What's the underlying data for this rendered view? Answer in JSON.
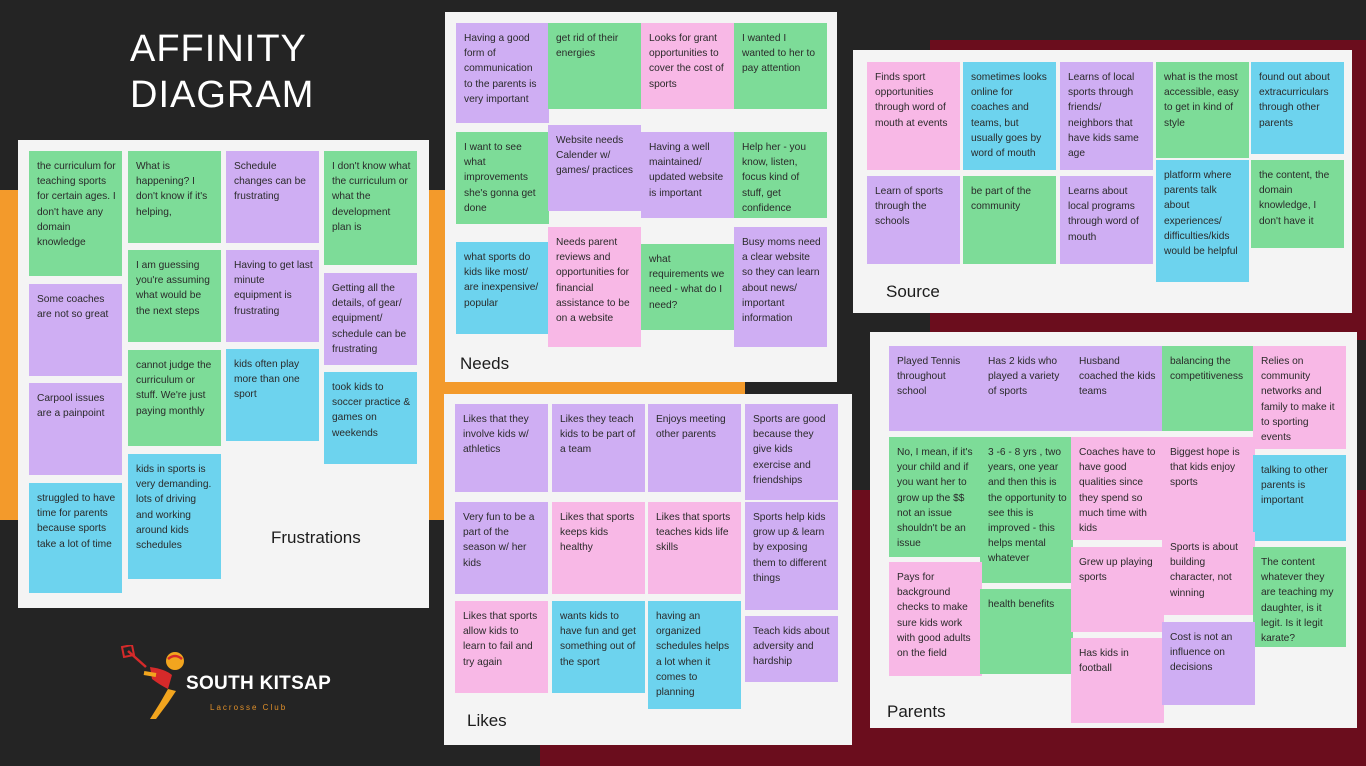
{
  "title": {
    "line1": "AFFINITY",
    "line2": "DIAGRAM"
  },
  "colors": {
    "background": "#242424",
    "accent_orange": "#f39a2b",
    "accent_maroon": "#6b0d1d",
    "green": "#7ddc98",
    "purple": "#cfaef3",
    "pink": "#f8b8e6",
    "blue": "#6dd3ee"
  },
  "logo": {
    "name": "SOUTH KITSAP",
    "subtitle": "Lacrosse Club",
    "icon": "lacrosse-player-icon"
  },
  "boards": {
    "frustrations": {
      "label": "Frustrations",
      "notes": [
        {
          "text": "the curriculum for teaching sports for certain ages. I don't have any domain knowledge",
          "color": "green"
        },
        {
          "text": "Some coaches are not so great",
          "color": "purple"
        },
        {
          "text": "Carpool issues are a painpoint",
          "color": "purple"
        },
        {
          "text": "struggled to have time for parents because sports take a lot of time",
          "color": "blue"
        },
        {
          "text": "What is happening? I don't know if it's helping,",
          "color": "green"
        },
        {
          "text": "I am guessing you're assuming what would be the next steps",
          "color": "green"
        },
        {
          "text": "cannot judge the curriculum or stuff. We're just paying monthly",
          "color": "green"
        },
        {
          "text": "kids in sports is very demanding. lots of driving and working around kids schedules",
          "color": "blue"
        },
        {
          "text": "Schedule changes can be frustrating",
          "color": "purple"
        },
        {
          "text": "Having to get last minute equipment is frustrating",
          "color": "purple"
        },
        {
          "text": "kids often play more than one sport",
          "color": "blue"
        },
        {
          "text": "I don't know what the curriculum or what the development plan is",
          "color": "green"
        },
        {
          "text": "Getting all the details, of gear/ equipment/ schedule can be frustrating",
          "color": "purple"
        },
        {
          "text": "took kids to soccer practice & games on weekends",
          "color": "blue"
        }
      ]
    },
    "needs": {
      "label": "Needs",
      "notes": [
        {
          "text": "Having a good form of communication to the parents is very important",
          "color": "purple"
        },
        {
          "text": "get rid of their energies",
          "color": "green"
        },
        {
          "text": "Looks for grant opportunities to cover the cost of sports",
          "color": "pink"
        },
        {
          "text": "I wanted I wanted to her to pay attention",
          "color": "green"
        },
        {
          "text": "I want to see what improvements she's gonna get done",
          "color": "green"
        },
        {
          "text": "Website needs Calender w/ games/ practices",
          "color": "purple"
        },
        {
          "text": "Having a well maintained/ updated website is important",
          "color": "purple"
        },
        {
          "text": "Help her - you know, listen, focus kind of stuff, get confidence",
          "color": "green"
        },
        {
          "text": "what sports do kids like most/ are inexpensive/ popular",
          "color": "blue"
        },
        {
          "text": "Needs parent reviews and opportunities for financial assistance to be on a website",
          "color": "pink"
        },
        {
          "text": "what requirements we need - what do I need?",
          "color": "green"
        },
        {
          "text": "Busy moms need a clear website so they can learn about news/ important information",
          "color": "purple"
        }
      ]
    },
    "source": {
      "label": "Source",
      "notes": [
        {
          "text": "Finds sport opportunities through word of mouth at events",
          "color": "pink"
        },
        {
          "text": "sometimes looks online for coaches and teams, but usually goes by word of mouth",
          "color": "blue"
        },
        {
          "text": "Learns of local sports through friends/ neighbors that have kids same age",
          "color": "purple"
        },
        {
          "text": "what is the most accessible, easy to get in kind of style",
          "color": "green"
        },
        {
          "text": "found out about extracurriculars through other parents",
          "color": "blue"
        },
        {
          "text": "Learn of sports through the schools",
          "color": "purple"
        },
        {
          "text": "be part of the community",
          "color": "green"
        },
        {
          "text": "Learns about local programs through word of mouth",
          "color": "purple"
        },
        {
          "text": "platform where parents talk about experiences/ difficulties/kids would be helpful",
          "color": "blue"
        },
        {
          "text": "the content, the domain knowledge, I don't have it",
          "color": "green"
        }
      ]
    },
    "likes": {
      "label": "Likes",
      "notes": [
        {
          "text": "Likes that they involve kids w/ athletics",
          "color": "purple"
        },
        {
          "text": "Likes they teach kids to be part of a team",
          "color": "purple"
        },
        {
          "text": "Enjoys meeting other parents",
          "color": "purple"
        },
        {
          "text": "Sports are good because they give kids exercise and friendships",
          "color": "purple"
        },
        {
          "text": "Very fun to be a part of the season w/ her kids",
          "color": "purple"
        },
        {
          "text": "Likes that sports keeps kids healthy",
          "color": "pink"
        },
        {
          "text": "Likes that sports teaches kids life skills",
          "color": "pink"
        },
        {
          "text": "Sports help kids grow up & learn by exposing them to different things",
          "color": "purple"
        },
        {
          "text": "Likes that sports allow kids to learn to fail and try again",
          "color": "pink"
        },
        {
          "text": "wants kids to have fun and get something out of the sport",
          "color": "blue"
        },
        {
          "text": "having an organized schedules helps a lot when it comes to planning",
          "color": "blue"
        },
        {
          "text": "Teach kids about adversity and hardship",
          "color": "purple"
        }
      ]
    },
    "parents": {
      "label": "Parents",
      "notes": [
        {
          "text": "Played Tennis throughout school",
          "color": "purple"
        },
        {
          "text": "Has 2 kids who played a variety of sports",
          "color": "purple"
        },
        {
          "text": "Husband coached the kids teams",
          "color": "purple"
        },
        {
          "text": "balancing the competitiveness",
          "color": "green"
        },
        {
          "text": "Relies on community networks and family to make it to sporting events",
          "color": "pink"
        },
        {
          "text": "No, I mean, if it's your child and if you want her to grow up the $$ not an issue shouldn't be an issue",
          "color": "green"
        },
        {
          "text": "3 -6 - 8 yrs , two years, one year and then this is the opportunity to see this is improved - this helps mental whatever",
          "color": "green"
        },
        {
          "text": "Coaches have to have good qualities since they spend so much time with kids",
          "color": "pink"
        },
        {
          "text": "Biggest hope is that kids enjoy sports",
          "color": "pink"
        },
        {
          "text": "talking to other parents is important",
          "color": "blue"
        },
        {
          "text": "Pays for background checks to make sure kids work with good adults on the field",
          "color": "pink"
        },
        {
          "text": "health benefits",
          "color": "green"
        },
        {
          "text": "Grew up playing sports",
          "color": "pink"
        },
        {
          "text": "Sports is about building character, not winning",
          "color": "pink"
        },
        {
          "text": "The content whatever they are teaching my daughter, is it legit. Is it legit karate?",
          "color": "green"
        },
        {
          "text": "Has kids in football",
          "color": "pink"
        },
        {
          "text": "Cost is not an influence on decisions",
          "color": "purple"
        }
      ]
    }
  }
}
